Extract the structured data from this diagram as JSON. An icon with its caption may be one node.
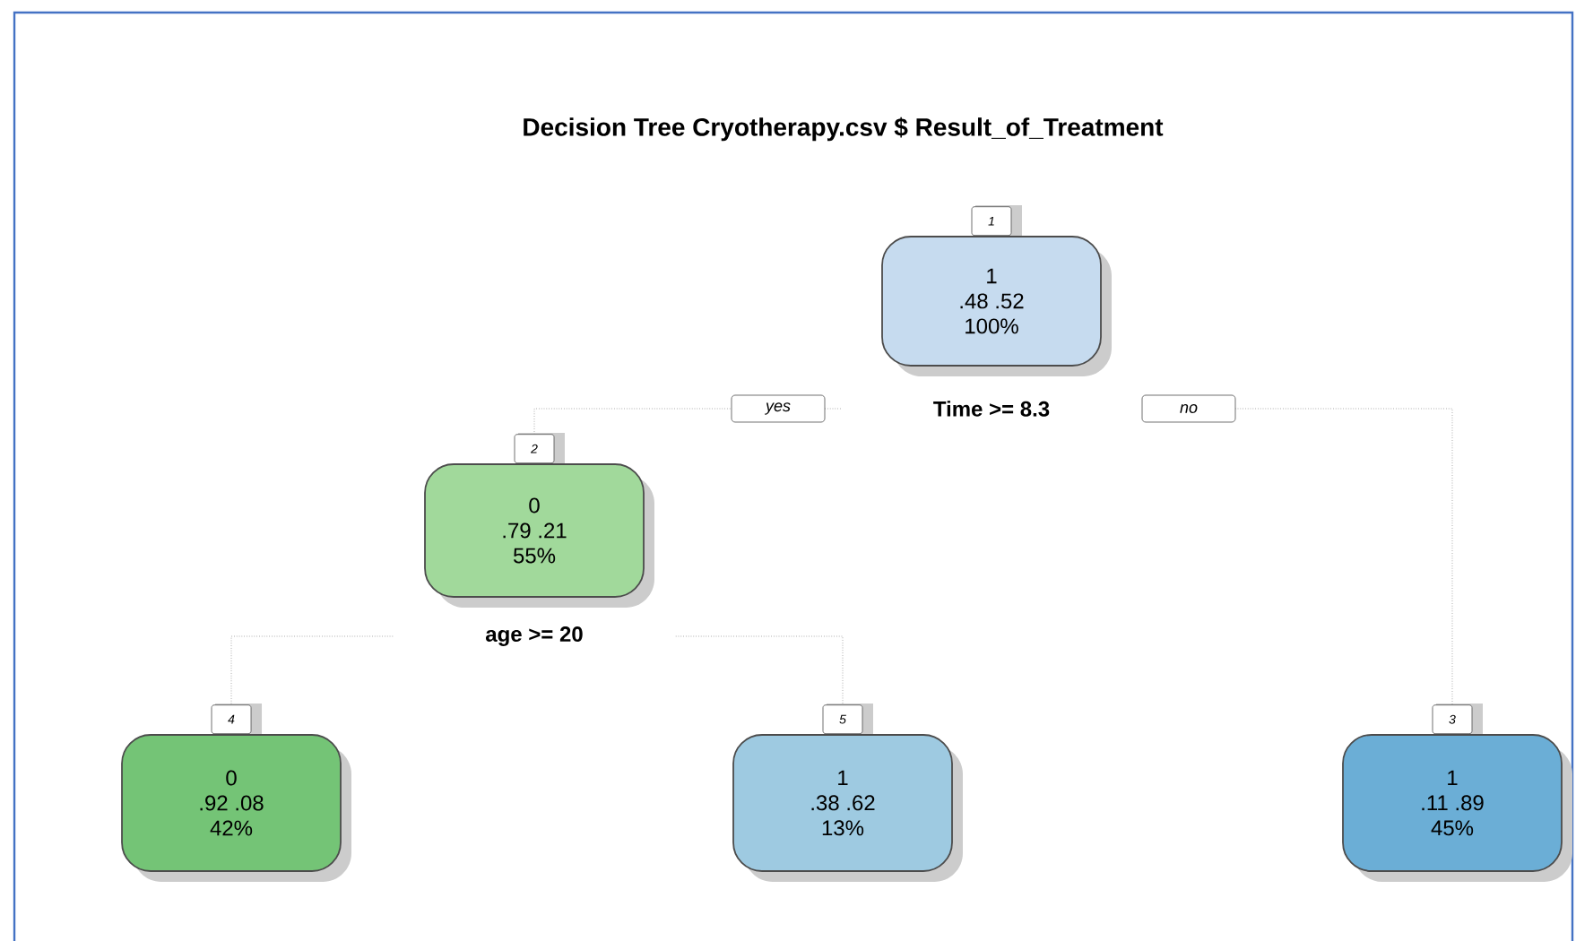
{
  "diagram": {
    "title": "Decision Tree Cryotherapy.csv $ Result_of_Treatment",
    "nodes": [
      {
        "text": [
          "1",
          ".48 .52",
          "100%"
        ],
        "beside": [
          "1",
          "Time >= 8.3"
        ]
      },
      {
        "text": [
          "0",
          ".79 .21",
          "55%"
        ],
        "beside": [
          "2",
          "age >= 20"
        ]
      },
      {
        "text": [
          "0",
          ".92 .08",
          "42%"
        ],
        "beside": [
          "4"
        ]
      },
      {
        "text": [
          "1",
          ".38 .62",
          "13%"
        ],
        "beside": [
          "5"
        ]
      },
      {
        "text": [
          "1",
          ".11 .89",
          "45%"
        ],
        "beside": [
          "3"
        ]
      }
    ],
    "edges": [
      {
        "from": 0,
        "to": 1,
        "arrow": "none",
        "label": "yes",
        "style": "dashed"
      },
      {
        "from": 0,
        "to": 4,
        "arrow": "none",
        "label": "no",
        "style": "dashed"
      },
      {
        "from": 1,
        "to": 2,
        "arrow": "none",
        "style": "dashed"
      },
      {
        "from": 1,
        "to": 3,
        "arrow": "none",
        "style": "dashed"
      }
    ]
  }
}
